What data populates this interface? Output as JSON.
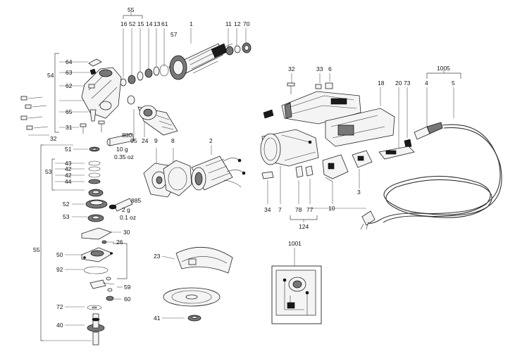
{
  "labels": {
    "l55top": "55",
    "l16": "16",
    "l52top": "52",
    "l15": "15",
    "l14": "14",
    "l13": "13",
    "l61": "61",
    "l57": "57",
    "l1": "1",
    "l11": "11",
    "l12": "12",
    "l70": "70",
    "l64": "64",
    "l63": "63",
    "l54": "54",
    "l62": "62",
    "l65": "65",
    "l31": "31",
    "l32left": "32",
    "l880": "880",
    "l95": "95",
    "l24": "24",
    "l9": "9",
    "l8": "8",
    "l2": "2",
    "l51": "51",
    "l43a": "43",
    "l42a": "42",
    "l53a": "53",
    "l42b": "42",
    "l44": "44",
    "l52b": "52",
    "l53b": "53",
    "l885": "885",
    "l30": "30",
    "l26": "26",
    "l50": "50",
    "l92": "92",
    "l59": "59",
    "l60": "60",
    "l72": "72",
    "l40": "40",
    "l55left": "55",
    "l23": "23",
    "l41": "41",
    "l32right": "32",
    "l33": "33",
    "l6": "6",
    "l18": "18",
    "l20": "20",
    "l73": "73",
    "l1005": "1005",
    "l4": "4",
    "l5": "5",
    "l34": "34",
    "l7": "7",
    "l78": "78",
    "l77": "77",
    "l124": "124",
    "l10": "10",
    "l3": "3",
    "l1001": "1001"
  },
  "notes": {
    "n880a": "10 g",
    "n880b": "0.35 oz",
    "n885a": "2 g",
    "n885b": "0.1 oz"
  }
}
